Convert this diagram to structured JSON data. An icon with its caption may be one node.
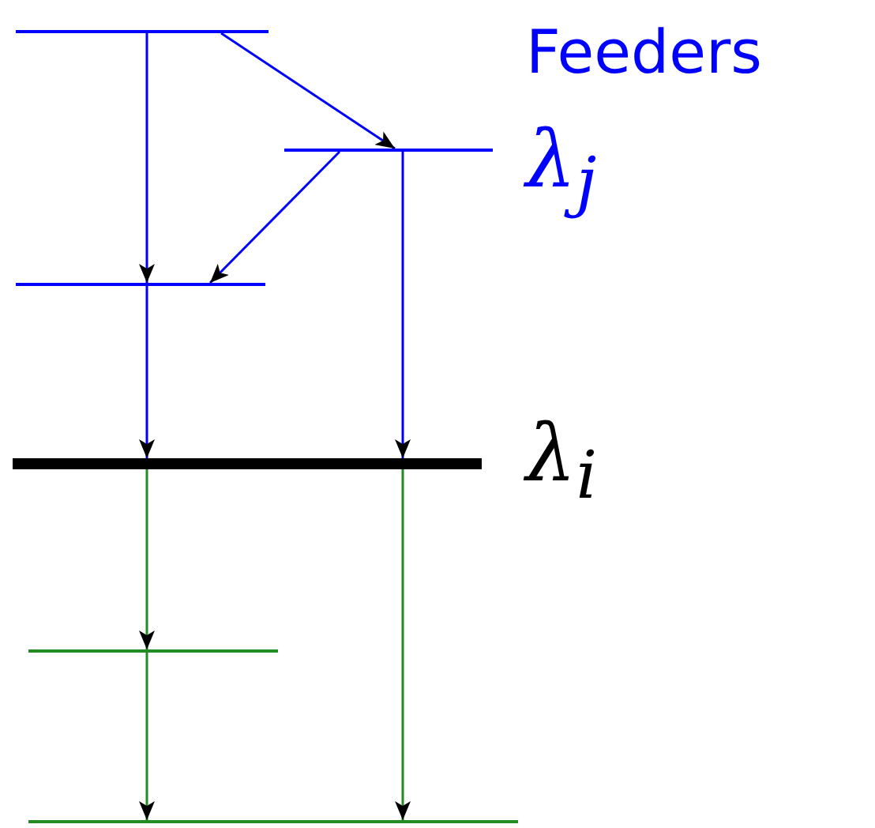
{
  "diagram": {
    "nodes": [
      {
        "text": [],
        "shape": "line"
      },
      {
        "text": [],
        "shape": "line",
        "beside": [
          "λ$_{j}$"
        ]
      },
      {
        "text": [],
        "shape": "line"
      },
      {
        "text": [],
        "shape": "line",
        "beside": [
          "λ$_{i}$"
        ]
      },
      {
        "text": [],
        "shape": "line"
      },
      {
        "text": [],
        "shape": "line"
      }
    ],
    "edges": [
      {
        "from": 0,
        "to": 2,
        "arrow": "to"
      },
      {
        "from": 0,
        "to": 1,
        "arrow": "to"
      },
      {
        "from": 1,
        "to": 2,
        "arrow": "to"
      },
      {
        "from": 2,
        "to": 3,
        "arrow": "to"
      },
      {
        "from": 1,
        "to": 3,
        "arrow": "to"
      },
      {
        "from": 3,
        "to": 4,
        "arrow": "to",
        "color": "#228b22"
      },
      {
        "from": 4,
        "to": 5,
        "arrow": "to",
        "color": "#228b22"
      },
      {
        "from": 3,
        "to": 5,
        "arrow": "to",
        "color": "#228b22"
      }
    ],
    "labels": [
      "Feeders"
    ]
  }
}
